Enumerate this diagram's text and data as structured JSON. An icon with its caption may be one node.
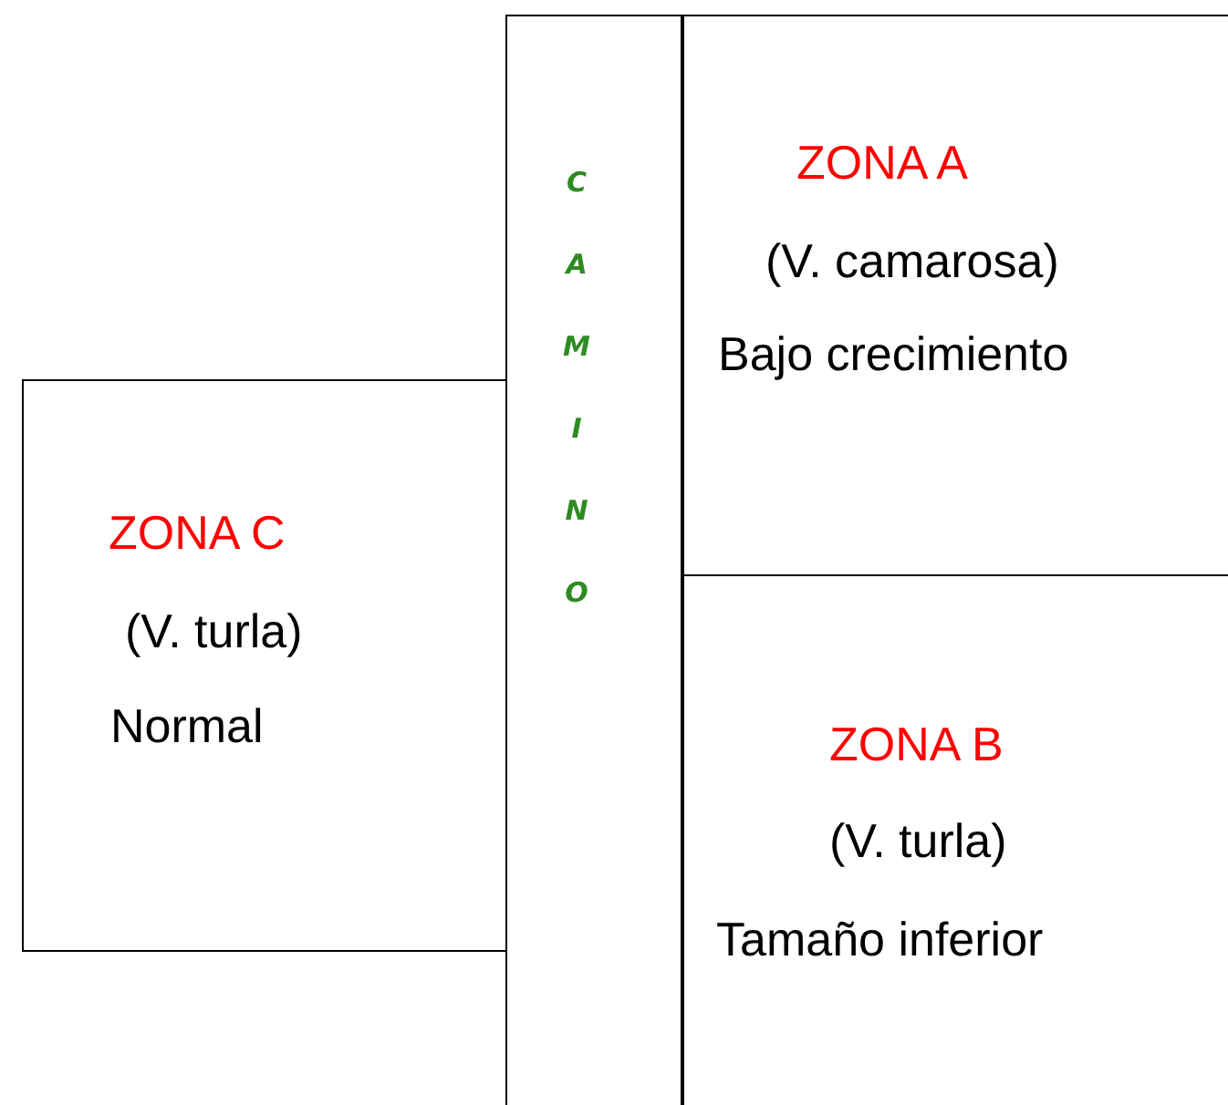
{
  "diagram": {
    "nodes": [
      {
        "text": [
          "CAMINO"
        ]
      },
      {
        "text": [
          "ZONA A",
          "(V. camarosa)",
          "Bajo crecimiento"
        ]
      },
      {
        "text": [
          "ZONA C",
          "(V. turla)",
          "Normal"
        ]
      },
      {
        "text": [
          "ZONA B",
          "(V. turla)",
          "Tamaño inferior"
        ]
      }
    ]
  }
}
